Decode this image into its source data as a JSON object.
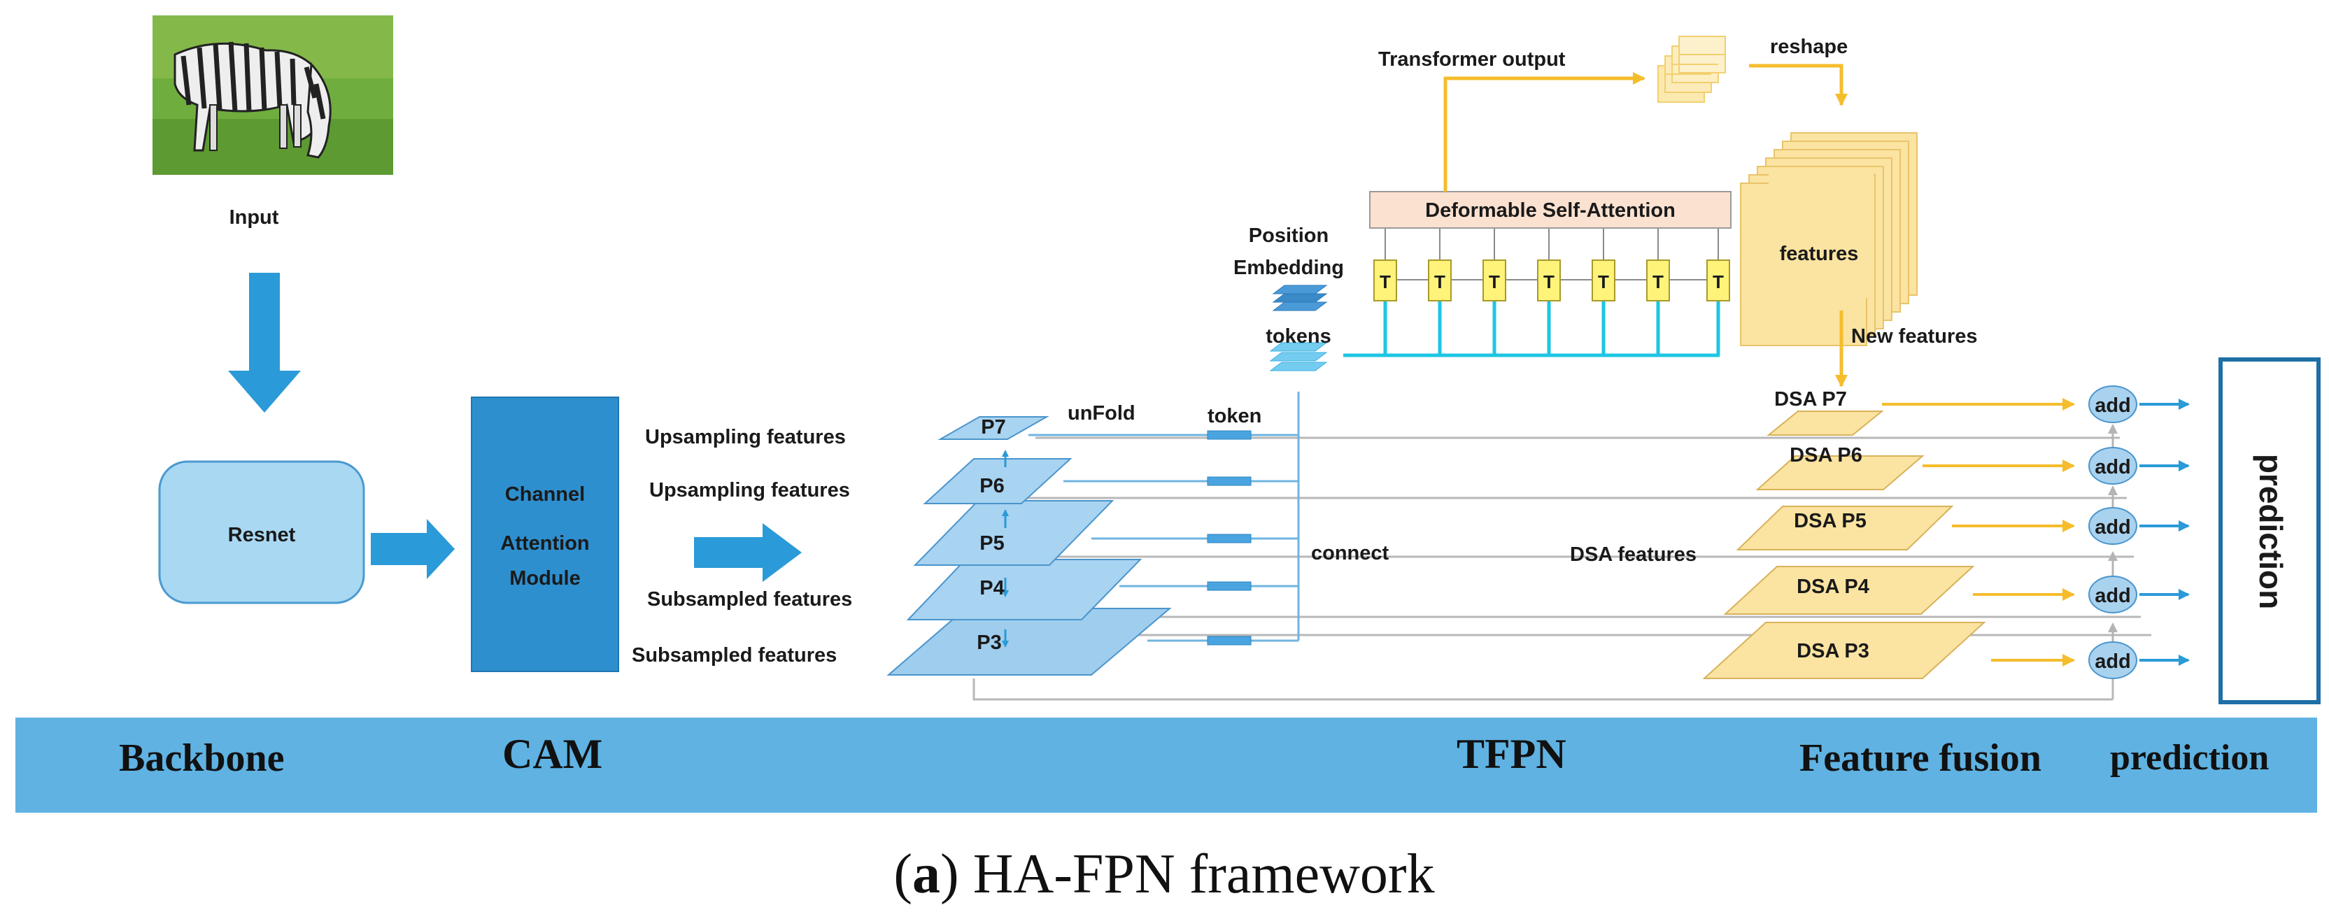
{
  "input": {
    "label": "Input"
  },
  "backbone": {
    "box": "Resnet"
  },
  "cam": {
    "line1": "Channel",
    "line2": "Attention",
    "line3": "Module"
  },
  "feature_notes": {
    "up1": "Upsampling features",
    "up2": "Upsampling features",
    "sub1": "Subsampled features",
    "sub2": "Subsampled features"
  },
  "pyramid": [
    "P7",
    "P6",
    "P5",
    "P4",
    "P3"
  ],
  "tfpn": {
    "unfold": "unFold",
    "token": "token",
    "tokens": "tokens",
    "connect": "connect",
    "position1": "Position",
    "position2": "Embedding",
    "attention": "Deformable Self-Attention",
    "t_label": "T",
    "transformer_output": "Transformer output",
    "reshape": "reshape",
    "features": "features",
    "new_features": "New features",
    "dsa_features": "DSA features"
  },
  "dsa_levels": [
    "DSA P7",
    "DSA P6",
    "DSA P5",
    "DSA P4",
    "DSA P3"
  ],
  "add_label": "add",
  "prediction_box": "prediction",
  "bottom_bar": {
    "backbone": "Backbone",
    "cam": "CAM",
    "tfpn": "TFPN",
    "fusion": "Feature fusion",
    "prediction": "prediction"
  },
  "caption": {
    "letter": "a",
    "text": ") HA-FPN framework"
  },
  "colors": {
    "blue_bar": "#5fb2e2",
    "cam_box": "#2e8fce",
    "resnet_box": "#a9d8f3",
    "arrow_blue": "#2a9ad8",
    "plate_blue": "#9fcdee",
    "plate_yellow": "#fbe3a1",
    "line_yellow": "#f5bd2c",
    "cyan": "#1cc6e3",
    "t_box": "#fff37a",
    "attention_box": "#fbe1d0"
  }
}
